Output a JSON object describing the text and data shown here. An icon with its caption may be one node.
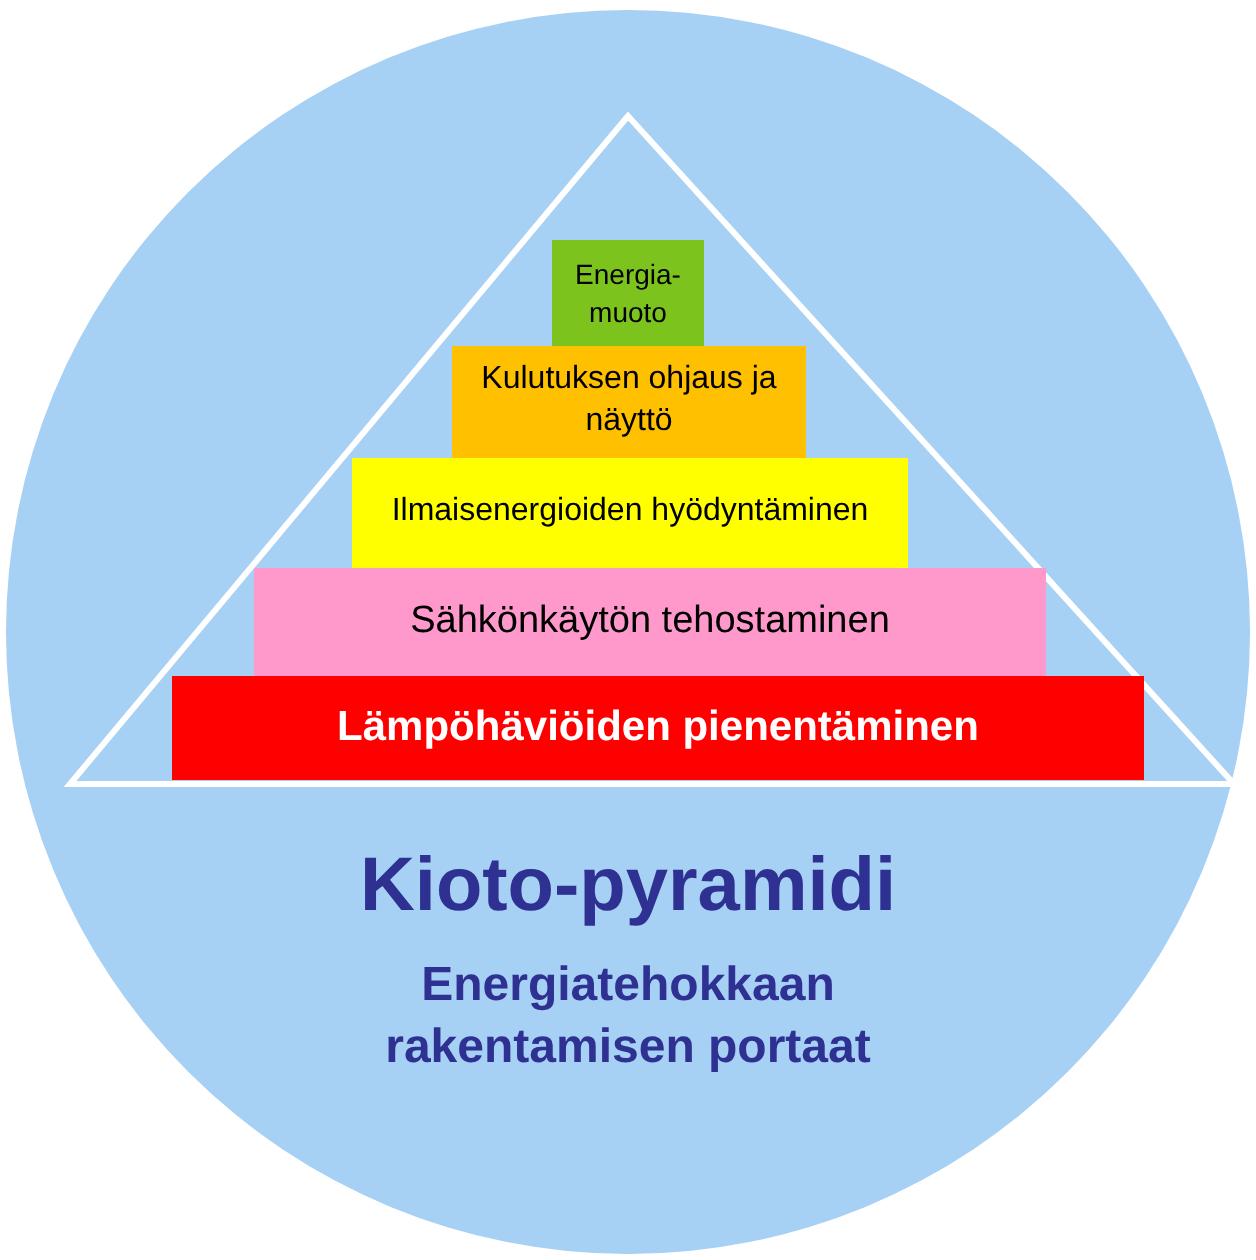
{
  "diagram": {
    "title": "Kioto-pyramidi",
    "nodes": [
      {
        "text": [
          "Energia- muoto"
        ]
      },
      {
        "text": [
          "Kulutuksen ohjaus ja näyttö"
        ]
      },
      {
        "text": [
          "Ilmaisenergioiden hyödyntäminen"
        ]
      },
      {
        "text": [
          "Sähkönkäytön tehostaminen"
        ]
      },
      {
        "text": [
          "Lämpöhäviöiden pienentäminen"
        ]
      }
    ],
    "labels": [
      "Energiatehokkaan rakentamisen portaat"
    ]
  }
}
